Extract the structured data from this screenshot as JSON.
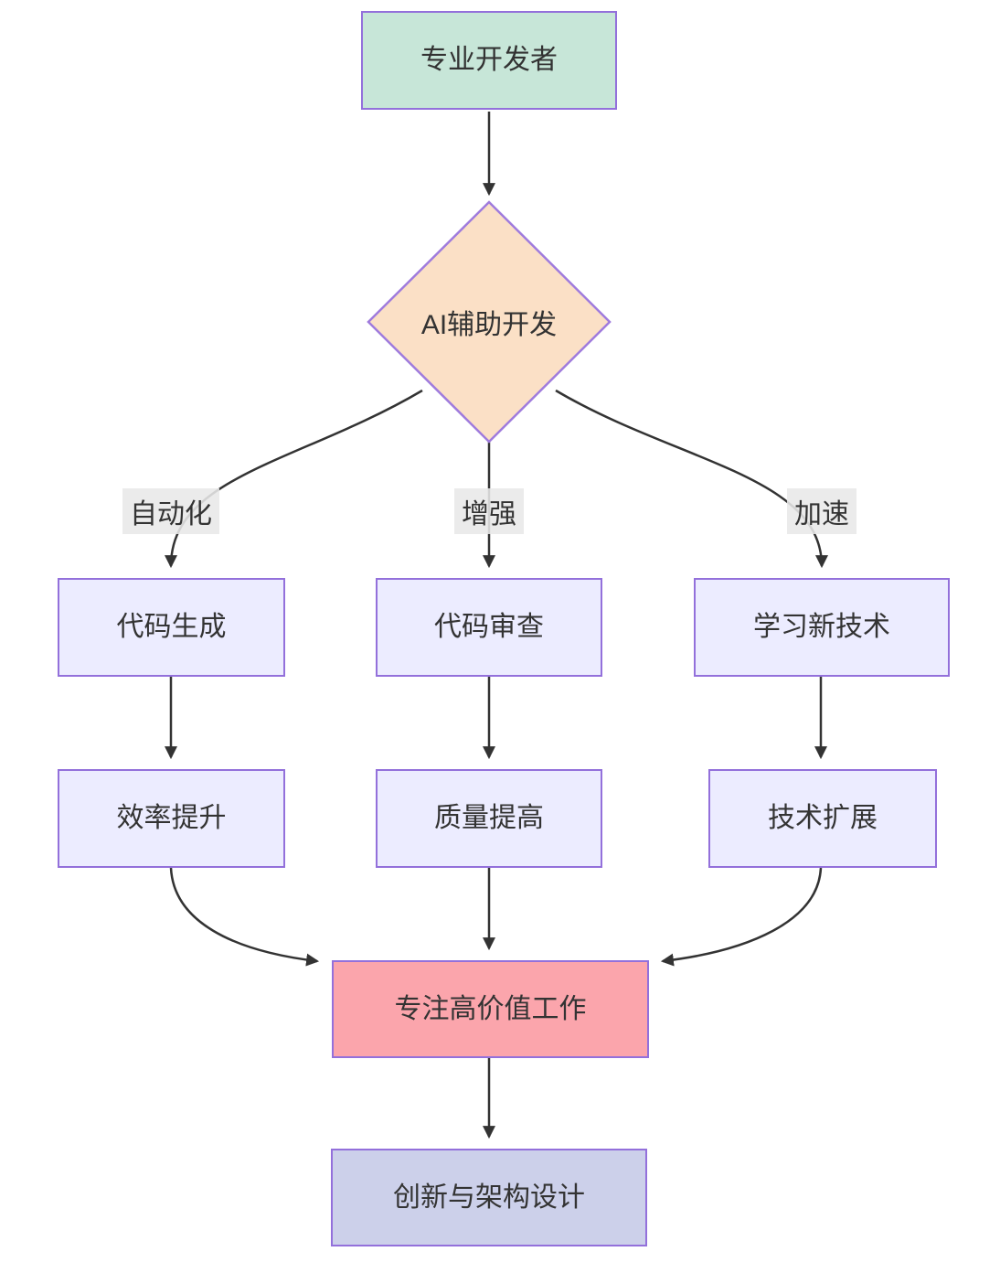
{
  "diagram": {
    "kind": "flowchart",
    "palette": {
      "node_border": "#9370DB",
      "edge_color": "#333333",
      "text_color": "#333333",
      "start_fill": "#c7e6d8",
      "decision_fill": "#fbe0c6",
      "process_fill": "#ececff",
      "highlight_fill": "#fba5ac",
      "final_fill": "#ccd0ea",
      "edge_label_bg": "#e8e8e8"
    },
    "nodes": {
      "start": {
        "label": "专业开发者",
        "shape": "rect"
      },
      "decision": {
        "label": "AI辅助开发",
        "shape": "diamond"
      },
      "code_generation": {
        "label": "代码生成",
        "shape": "rect"
      },
      "code_review": {
        "label": "代码审查",
        "shape": "rect"
      },
      "learn_new_tech": {
        "label": "学习新技术",
        "shape": "rect"
      },
      "efficiency": {
        "label": "效率提升",
        "shape": "rect"
      },
      "quality": {
        "label": "质量提高",
        "shape": "rect"
      },
      "tech_expansion": {
        "label": "技术扩展",
        "shape": "rect"
      },
      "high_value_work": {
        "label": "专注高价值工作",
        "shape": "rect"
      },
      "innovation": {
        "label": "创新与架构设计",
        "shape": "rect"
      }
    },
    "edge_labels": {
      "automation": "自动化",
      "enhancement": "增强",
      "acceleration": "加速"
    },
    "edges": [
      {
        "from": "start",
        "to": "decision"
      },
      {
        "from": "decision",
        "to": "code_generation",
        "label": "自动化"
      },
      {
        "from": "decision",
        "to": "code_review",
        "label": "增强"
      },
      {
        "from": "decision",
        "to": "learn_new_tech",
        "label": "加速"
      },
      {
        "from": "code_generation",
        "to": "efficiency"
      },
      {
        "from": "code_review",
        "to": "quality"
      },
      {
        "from": "learn_new_tech",
        "to": "tech_expansion"
      },
      {
        "from": "efficiency",
        "to": "high_value_work"
      },
      {
        "from": "quality",
        "to": "high_value_work"
      },
      {
        "from": "tech_expansion",
        "to": "high_value_work"
      },
      {
        "from": "high_value_work",
        "to": "innovation"
      }
    ]
  }
}
